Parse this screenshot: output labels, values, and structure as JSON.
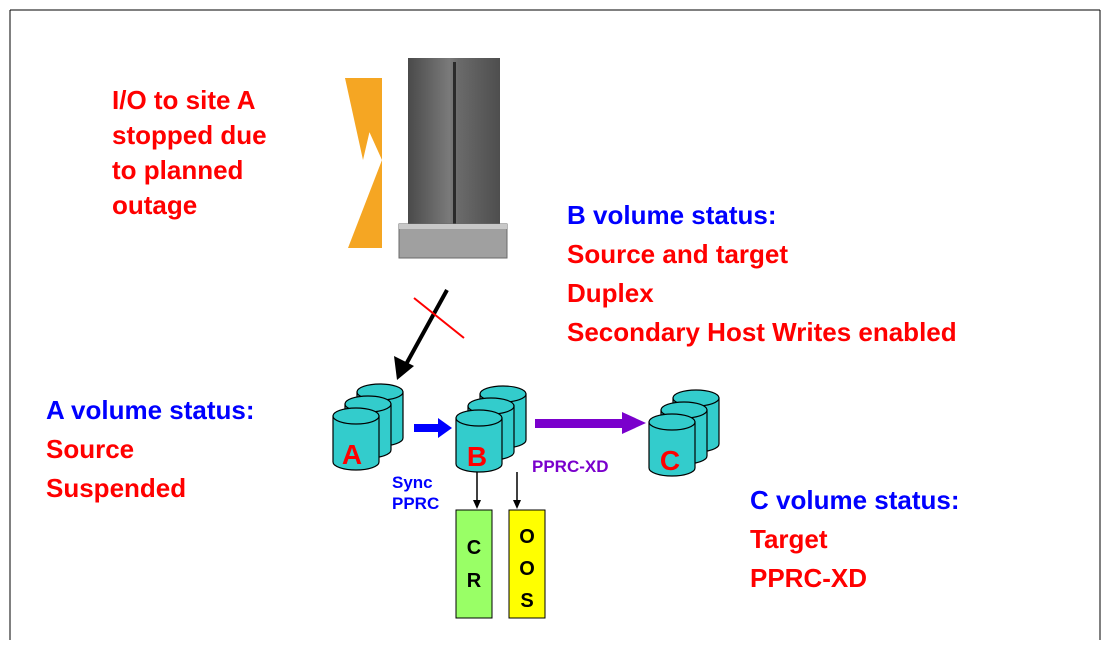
{
  "io_note": [
    "I/O to site A",
    "stopped due",
    "to planned",
    "outage"
  ],
  "b_status": {
    "heading": "B volume status:",
    "lines": [
      "Source and target",
      "Duplex",
      "Secondary Host Writes enabled"
    ]
  },
  "a_status": {
    "heading": "A volume status:",
    "lines": [
      "Source",
      "Suspended"
    ]
  },
  "c_status": {
    "heading": "C volume status:",
    "lines": [
      "Target",
      "PPRC-XD"
    ]
  },
  "volumes": {
    "a": "A",
    "b": "B",
    "c": "C"
  },
  "links": {
    "sync_pprc": [
      "Sync",
      "PPRC"
    ],
    "pprc_xd": "PPRC-XD"
  },
  "bitmaps": {
    "cr": [
      "C",
      "R"
    ],
    "oos": [
      "O",
      "O",
      "S"
    ]
  },
  "colors": {
    "text_red": "#ff0000",
    "text_blue": "#0000ff",
    "disk_cyan": "#33cccc",
    "sync_arrow": "#0000ff",
    "xd_arrow": "#7a00cc",
    "cr_box": "#99ff66",
    "oos_box": "#ffff00",
    "outage_marker": "#f5a623",
    "server": "#6b6b6b"
  }
}
